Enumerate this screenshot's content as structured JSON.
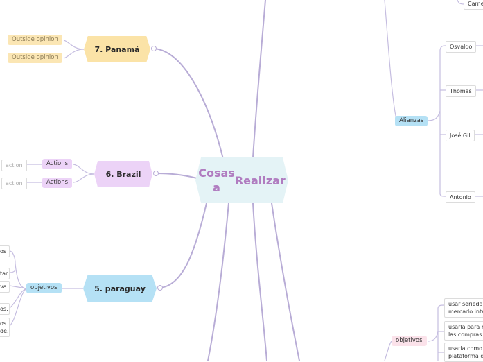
{
  "central": {
    "line1": "Cosas a",
    "line2": "Realizar"
  },
  "topics": {
    "panama": "7. Panamá",
    "brazil": "6. Brazil",
    "paraguay": "5. paraguay"
  },
  "panama_children": [
    "Outside opinion",
    "Outside opinion"
  ],
  "brazil": {
    "actions": [
      "Actions",
      "Actions"
    ],
    "action_items": [
      "action",
      "action"
    ]
  },
  "paraguay": {
    "objetivos": "objetivos",
    "clipped_items": [
      "os",
      "tar",
      "va",
      "os.",
      "os\nde."
    ]
  },
  "right": {
    "top_clipped": "Carne",
    "alianzas": "Alianzas",
    "people": [
      "Osvaldo",
      "Thomas",
      "José Gil",
      "Antonio"
    ],
    "objetivos": "objetivos",
    "objetivos_items": [
      "usar seriedad\nmercado inter",
      "usarla para re\nlas compras",
      "usarla como\nplataforma de"
    ]
  },
  "colors": {
    "line": "#b8acd6",
    "central_bg": "#e4f3f6",
    "central_text": "#b07cc0",
    "panama": "#fbe3a7",
    "brazil": "#ecd3f7",
    "paraguay": "#b5e1f5"
  }
}
